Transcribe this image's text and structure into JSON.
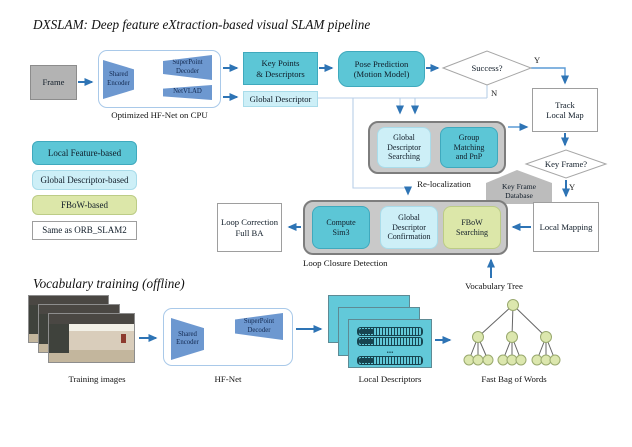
{
  "title": "DXSLAM: Deep feature eXtraction-based visual SLAM pipeline",
  "colors": {
    "local_feature_teal": "#5cc6d6",
    "global_descriptor_cyan": "#cdeff7",
    "fbow_green": "#dce7a9",
    "arrow_blue": "#2e74b5",
    "thin_line": "#b9cfe8",
    "container_gray": "#c9c9c9",
    "trapezoid_blue": "#6d98d0"
  },
  "pipeline": {
    "frame": "Frame",
    "hfnet": {
      "shared_encoder": "Shared\nEncoder",
      "superpoint_decoder": "SuperPoint\nDecoder",
      "netvlad": "NetVLAD",
      "caption": "Optimized HF-Net on CPU"
    },
    "keypoints": "Key Points\n& Descriptors",
    "global_descriptor": "Global Descriptor",
    "pose_prediction": "Pose Prediction\n(Motion Model)",
    "success_q": "Success?",
    "success_yes": "Y",
    "success_no": "N",
    "track_local_map": "Track\nLocal Map",
    "relocalization": {
      "global_descriptor_searching": "Global\nDescriptor\nSearching",
      "group_matching_pnp": "Group\nMatching\nand PnP",
      "caption": "Re-localization"
    },
    "keyframe_q": "Key Frame?",
    "keyframe_yes": "Y",
    "keyframe_database": "Key Frame\nDatabase",
    "local_mapping": "Local Mapping",
    "loop_closure": {
      "compute_sim3": "Compute\nSim3",
      "global_descriptor_confirmation": "Global\nDescriptor\nConfirmation",
      "fbow_searching": "FBoW\nSearching",
      "caption": "Loop Closure Detection"
    },
    "loop_correction": "Loop Correction\nFull BA",
    "vocabulary_tree": "Vocabulary Tree"
  },
  "legend": [
    {
      "label": "Local Feature-based",
      "type": "teal"
    },
    {
      "label": "Global Descriptor-based",
      "type": "cyan"
    },
    {
      "label": "FBoW-based",
      "type": "green"
    },
    {
      "label": "Same as ORB_SLAM2",
      "type": "white"
    }
  ],
  "training": {
    "title": "Vocabulary training (offline)",
    "images_label": "Training images",
    "hfnet": {
      "shared_encoder": "Shared\nEncoder",
      "superpoint_decoder": "SuperPoint\nDecoder",
      "caption": "HF-Net"
    },
    "descriptors_label": "Local Descriptors",
    "descriptors_ellipsis": "...",
    "fbow_label": "Fast Bag of Words"
  }
}
